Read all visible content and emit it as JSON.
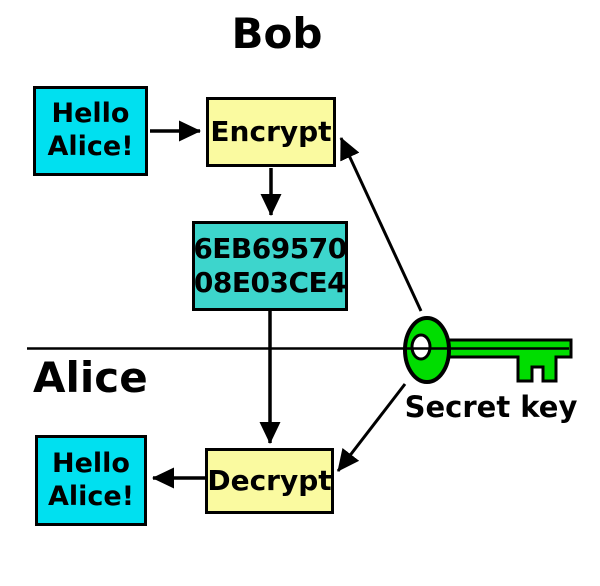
{
  "diagram": {
    "bob_label": "Bob",
    "alice_label": "Alice",
    "plaintext_top": {
      "line1": "Hello",
      "line2": "Alice!"
    },
    "encrypt_label": "Encrypt",
    "ciphertext": {
      "line1": "6EB69570",
      "line2": "08E03CE4"
    },
    "decrypt_label": "Decrypt",
    "plaintext_bottom": {
      "line1": "Hello",
      "line2": "Alice!"
    },
    "secret_key_label": "Secret key",
    "colors": {
      "plaintext_box": "#00e0f0",
      "ciphertext_box": "#3dd5cc",
      "process_box": "#fafaa0",
      "key_green": "#00dd00",
      "key_hole": "#ffffff",
      "line_black": "#000000"
    }
  }
}
